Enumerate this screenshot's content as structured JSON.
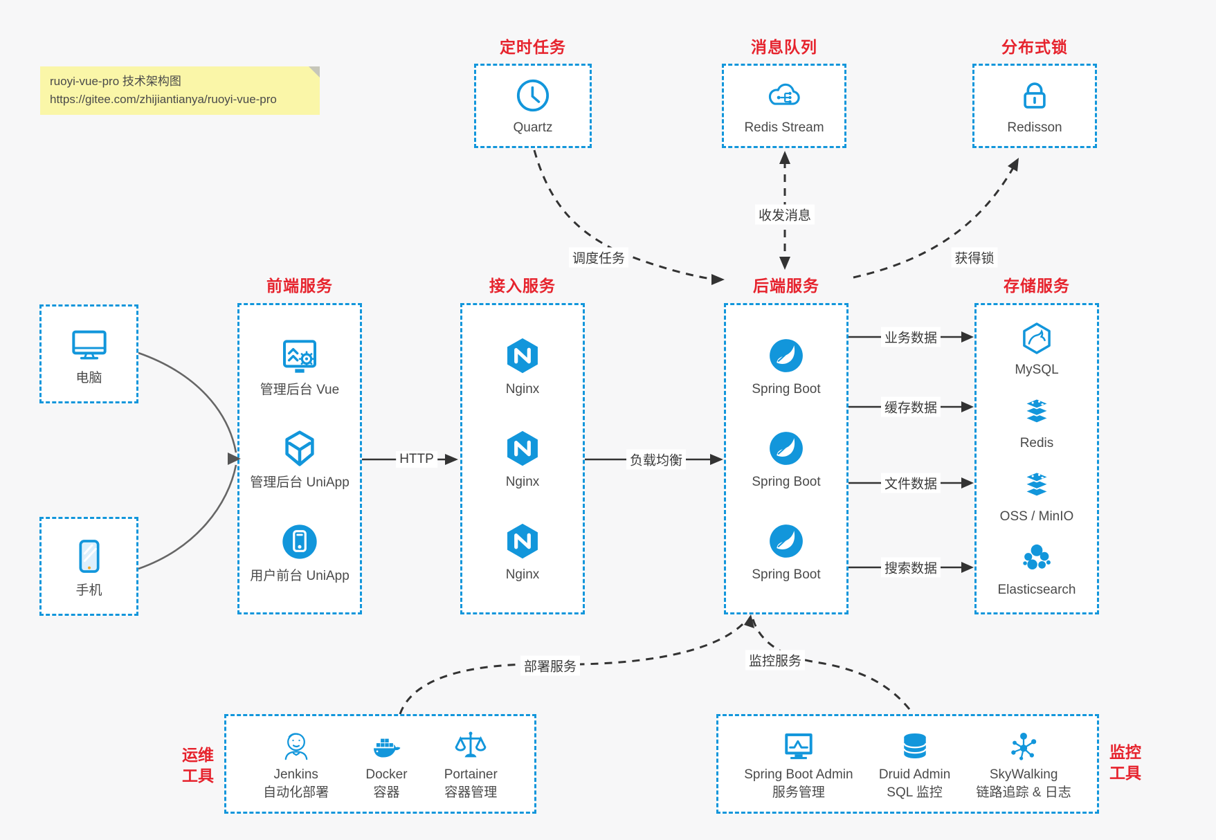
{
  "note": {
    "line1": "ruoyi-vue-pro 技术架构图",
    "line2": "https://gitee.com/zhijiantianya/ruoyi-vue-pro"
  },
  "colors": {
    "accent_blue": "#1296db",
    "title_red": "#e6232d",
    "label_gray": "#4a4a4a",
    "arrow_dark": "#333333",
    "note_bg": "#faf6a8"
  },
  "top_groups": [
    {
      "title": "定时任务",
      "item": {
        "icon": "clock-icon",
        "label": "Quartz"
      }
    },
    {
      "title": "消息队列",
      "item": {
        "icon": "cloud-stream-icon",
        "label": "Redis Stream"
      }
    },
    {
      "title": "分布式锁",
      "item": {
        "icon": "lock-icon",
        "label": "Redisson"
      }
    }
  ],
  "clients": [
    {
      "icon": "desktop-icon",
      "label": "电脑"
    },
    {
      "icon": "mobile-icon",
      "label": "手机"
    }
  ],
  "columns": [
    {
      "title": "前端服务",
      "items": [
        {
          "icon": "admin-vue-icon",
          "label": "管理后台 Vue"
        },
        {
          "icon": "uniapp-cube-icon",
          "label": "管理后台 UniApp"
        },
        {
          "icon": "user-app-icon",
          "label": "用户前台 UniApp"
        }
      ]
    },
    {
      "title": "接入服务",
      "items": [
        {
          "icon": "nginx-icon",
          "label": "Nginx"
        },
        {
          "icon": "nginx-icon",
          "label": "Nginx"
        },
        {
          "icon": "nginx-icon",
          "label": "Nginx"
        }
      ]
    },
    {
      "title": "后端服务",
      "items": [
        {
          "icon": "spring-icon",
          "label": "Spring Boot"
        },
        {
          "icon": "spring-icon",
          "label": "Spring Boot"
        },
        {
          "icon": "spring-icon",
          "label": "Spring Boot"
        }
      ]
    },
    {
      "title": "存储服务",
      "items": [
        {
          "icon": "mysql-icon",
          "label": "MySQL"
        },
        {
          "icon": "redis-icon",
          "label": "Redis"
        },
        {
          "icon": "oss-icon",
          "label": "OSS / MinIO"
        },
        {
          "icon": "elasticsearch-icon",
          "label": "Elasticsearch"
        }
      ]
    }
  ],
  "edges": {
    "http": "HTTP",
    "load_balance": "负载均衡",
    "schedule": "调度任务",
    "message": "收发消息",
    "lock": "获得锁",
    "deploy": "部署服务",
    "monitor": "监控服务",
    "storage": [
      "业务数据",
      "缓存数据",
      "文件数据",
      "搜索数据"
    ]
  },
  "bottom_groups": [
    {
      "side_label": [
        "运维",
        "工具"
      ],
      "items": [
        {
          "icon": "jenkins-icon",
          "name": "Jenkins",
          "desc": "自动化部署"
        },
        {
          "icon": "docker-icon",
          "name": "Docker",
          "desc": "容器"
        },
        {
          "icon": "portainer-icon",
          "name": "Portainer",
          "desc": "容器管理"
        }
      ]
    },
    {
      "side_label": [
        "监控",
        "工具"
      ],
      "items": [
        {
          "icon": "spring-boot-admin-icon",
          "name": "Spring Boot Admin",
          "desc": "服务管理"
        },
        {
          "icon": "druid-icon",
          "name": "Druid Admin",
          "desc": "SQL 监控"
        },
        {
          "icon": "skywalking-icon",
          "name": "SkyWalking",
          "desc": "链路追踪 & 日志"
        }
      ]
    }
  ]
}
